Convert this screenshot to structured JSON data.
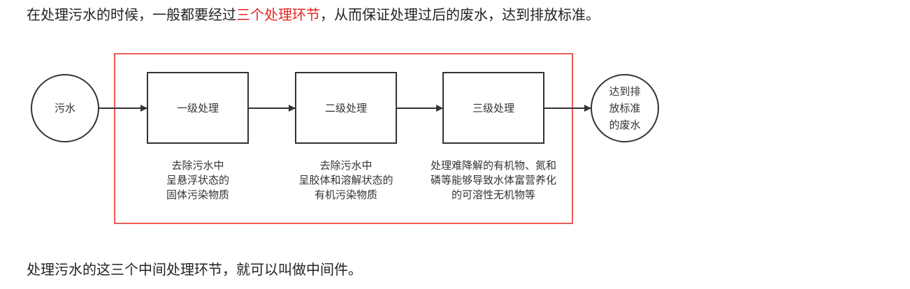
{
  "intro": {
    "before": "在处理污水的时候，一般都要经过",
    "highlight": "三个处理环节",
    "after": "，从而保证处理过后的废水，达到排放标准。",
    "highlight_color": "#e8251f"
  },
  "diagram": {
    "frame_color": "#e8251f",
    "start_node": {
      "label": "污水"
    },
    "stages": [
      {
        "label": "一级处理",
        "description": [
          "去除污水中",
          "呈悬浮状态的",
          "固体污染物质"
        ]
      },
      {
        "label": "二级处理",
        "description": [
          "去除污水中",
          "呈胶体和溶解状态的",
          "有机污染物质"
        ]
      },
      {
        "label": "三级处理",
        "description": [
          "处理难降解的有机物、氮和",
          "磷等能够导致水体富营养化",
          "的可溶性无机物等"
        ]
      }
    ],
    "end_node": {
      "label_lines": [
        "达到排",
        "放标准",
        "的废水"
      ]
    }
  },
  "conclusion": {
    "text": "处理污水的这三个中间处理环节，就可以叫做中间件。"
  }
}
